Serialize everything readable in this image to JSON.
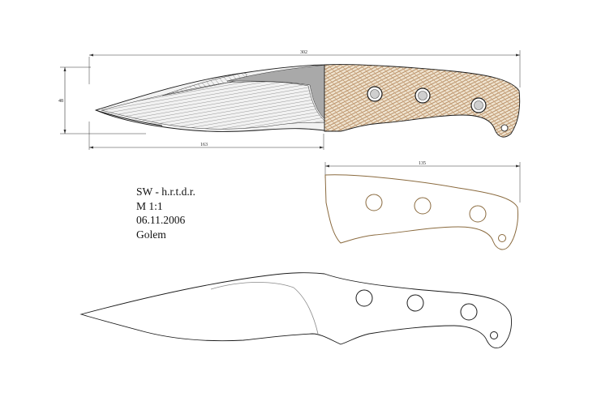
{
  "dimensions": {
    "overall_length": "302",
    "overall_height": "48",
    "blade_length": "163",
    "handle_length": "135"
  },
  "title_block": {
    "line1": "SW - h.r.t.d.r.",
    "line2": "M 1:1",
    "line3": "06.11.2006",
    "line4": "Golem"
  },
  "colors": {
    "outline": "#1a1a1a",
    "handle_weave": "#b8916a",
    "handle_fill": "#efe3cf",
    "handle_outline": "#8a6a3e",
    "blade_grey": "#a9a9a9",
    "bevel_hatch": "#555555"
  }
}
